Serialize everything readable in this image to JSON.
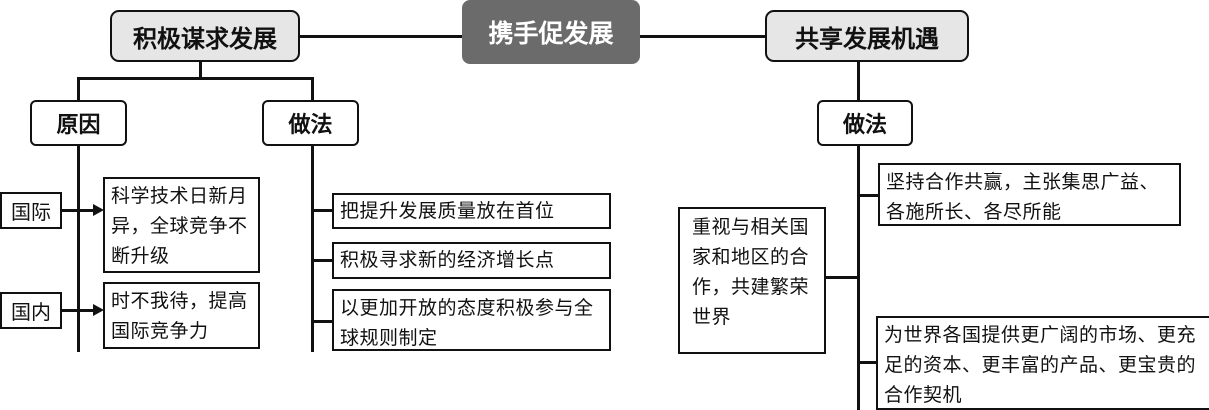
{
  "center": "携手促发展",
  "left": {
    "title": "积极谋求发展",
    "reasons": {
      "label": "原因",
      "international": {
        "tag": "国际",
        "text": "科学技术日新月异，全球竞争不断升级"
      },
      "domestic": {
        "tag": "国内",
        "text": "时不我待，提高国际竞争力"
      }
    },
    "methods": {
      "label": "做法",
      "items": [
        "把提升发展质量放在首位",
        "积极寻求新的经济增长点",
        "以更加开放的态度积极参与全球规则制定"
      ]
    }
  },
  "right": {
    "title": "共享发展机遇",
    "methods": {
      "label": "做法",
      "side": "重视与相关国家和地区的合作，共建繁荣世界",
      "items": [
        "坚持合作共赢，主张集思广益、各施所长、各尽所能",
        "为世界各国提供更广阔的市场、更充足的资本、更丰富的产品、更宝贵的合作契机"
      ]
    }
  }
}
